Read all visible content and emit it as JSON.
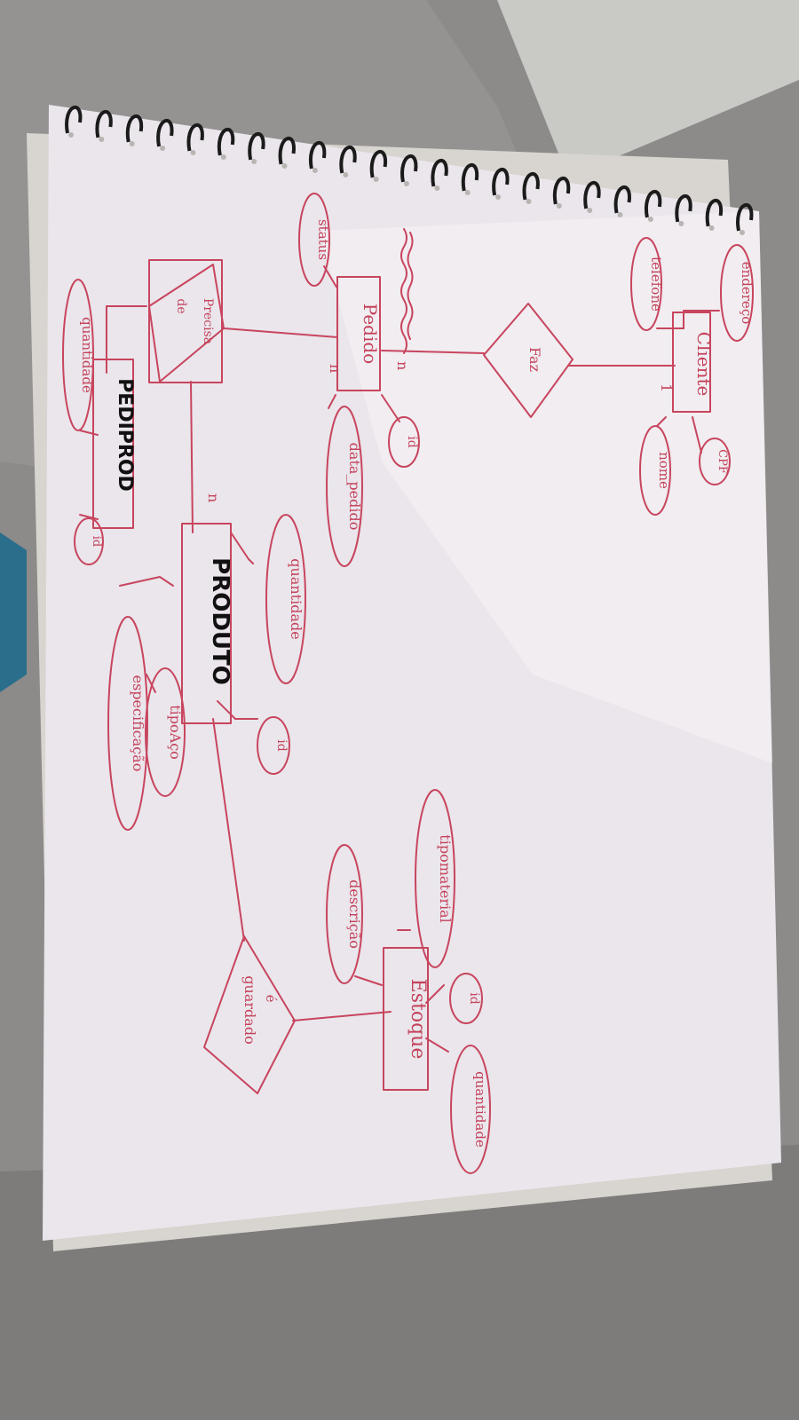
{
  "diagram": {
    "entities": {
      "cliente": "Cliente",
      "pedido": "Pedido",
      "produto": "PRODUTO",
      "estoque": "Estoque",
      "pedi_prod": "PEDIPROD"
    },
    "relationships": {
      "faz": "Faz",
      "precisa_de_line1": "Precisa",
      "precisa_de_line2": "de",
      "e_guardado_line1": "é",
      "e_guardado_line2": "guardado"
    },
    "attributes": {
      "cliente_endereco": "endereço",
      "cliente_telefone": "telefone",
      "cliente_cpf": "CPF",
      "cliente_nome": "nome",
      "pedido_status": "status",
      "pedido_id": "id",
      "pedido_data": "data_pedido",
      "pedi_prod_quantidade": "quantidade",
      "pedi_prod_id": "id",
      "produto_quantidade": "quantidade",
      "produto_id": "id",
      "produto_tipo_aco": "tipoAço",
      "produto_especificacao": "especificação",
      "estoque_tipo_material": "tipomaterial",
      "estoque_descricao": "descrição",
      "estoque_id": "id",
      "estoque_quantidade": "quantidade"
    },
    "cardinalities": {
      "cliente_faz": "1",
      "pedido_faz": "n",
      "pedido_precisa": "n",
      "produto_precisa": "n"
    }
  },
  "colors": {
    "ink": "#c8455e",
    "paper": "#eae6ec",
    "marker": "#111111",
    "fabric": "#8f8e8c"
  }
}
